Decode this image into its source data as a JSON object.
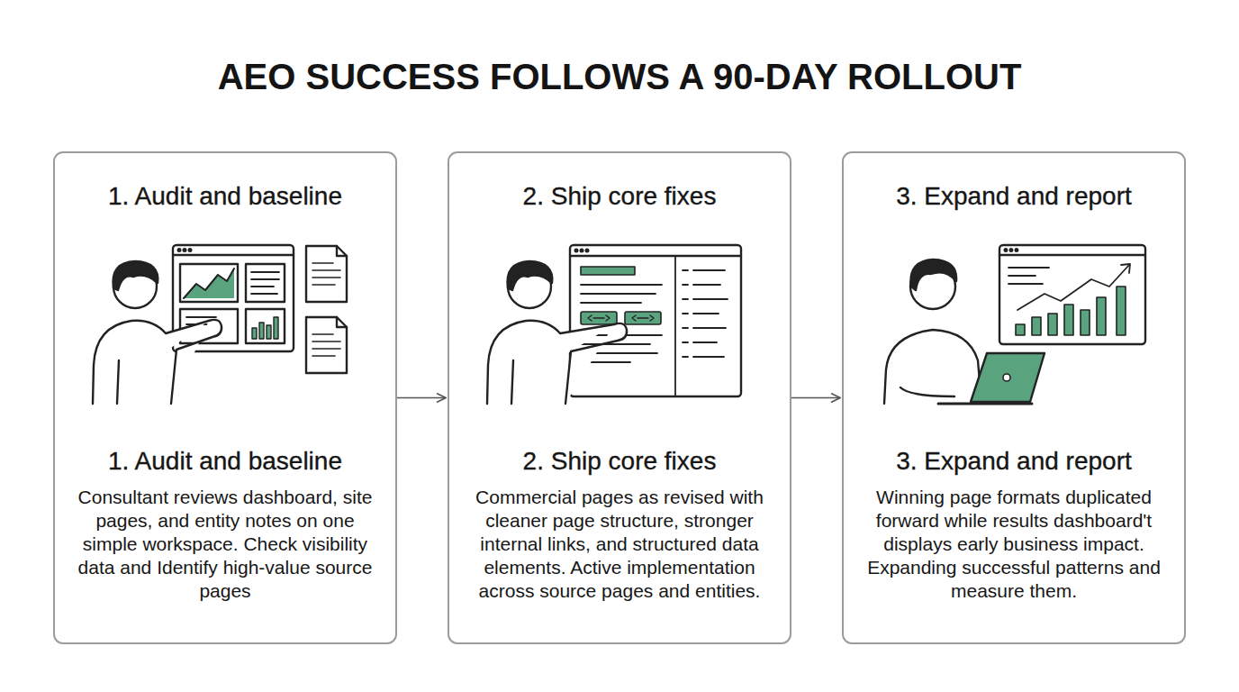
{
  "diagram": {
    "title": "AEO SUCCESS FOLLOWS A 90-DAY ROLLOUT",
    "nodes": [
      {
        "text": [
          "1. Audit and baseline",
          "1. Audit and baseline",
          "Consultant reviews dashboard, site pages, and entity notes on one simple workspace. Check visibility data and Identify high-value source pages"
        ]
      },
      {
        "text": [
          "2. Ship core fixes",
          "2. Ship core fixes",
          "Commercial pages as revised with cleaner page structure, stronger internal links, and structured data elements. Active implementation across source pages and entities."
        ]
      },
      {
        "text": [
          "3. Expand and report",
          "3. Expand and report",
          "Winning page formats duplicated forward while results dashboard't displays early business impact. Expanding successful patterns and measure them."
        ]
      }
    ],
    "edges": [
      {
        "from": 0,
        "to": 1,
        "arrow": "to"
      },
      {
        "from": 1,
        "to": 2,
        "arrow": "to"
      }
    ]
  }
}
